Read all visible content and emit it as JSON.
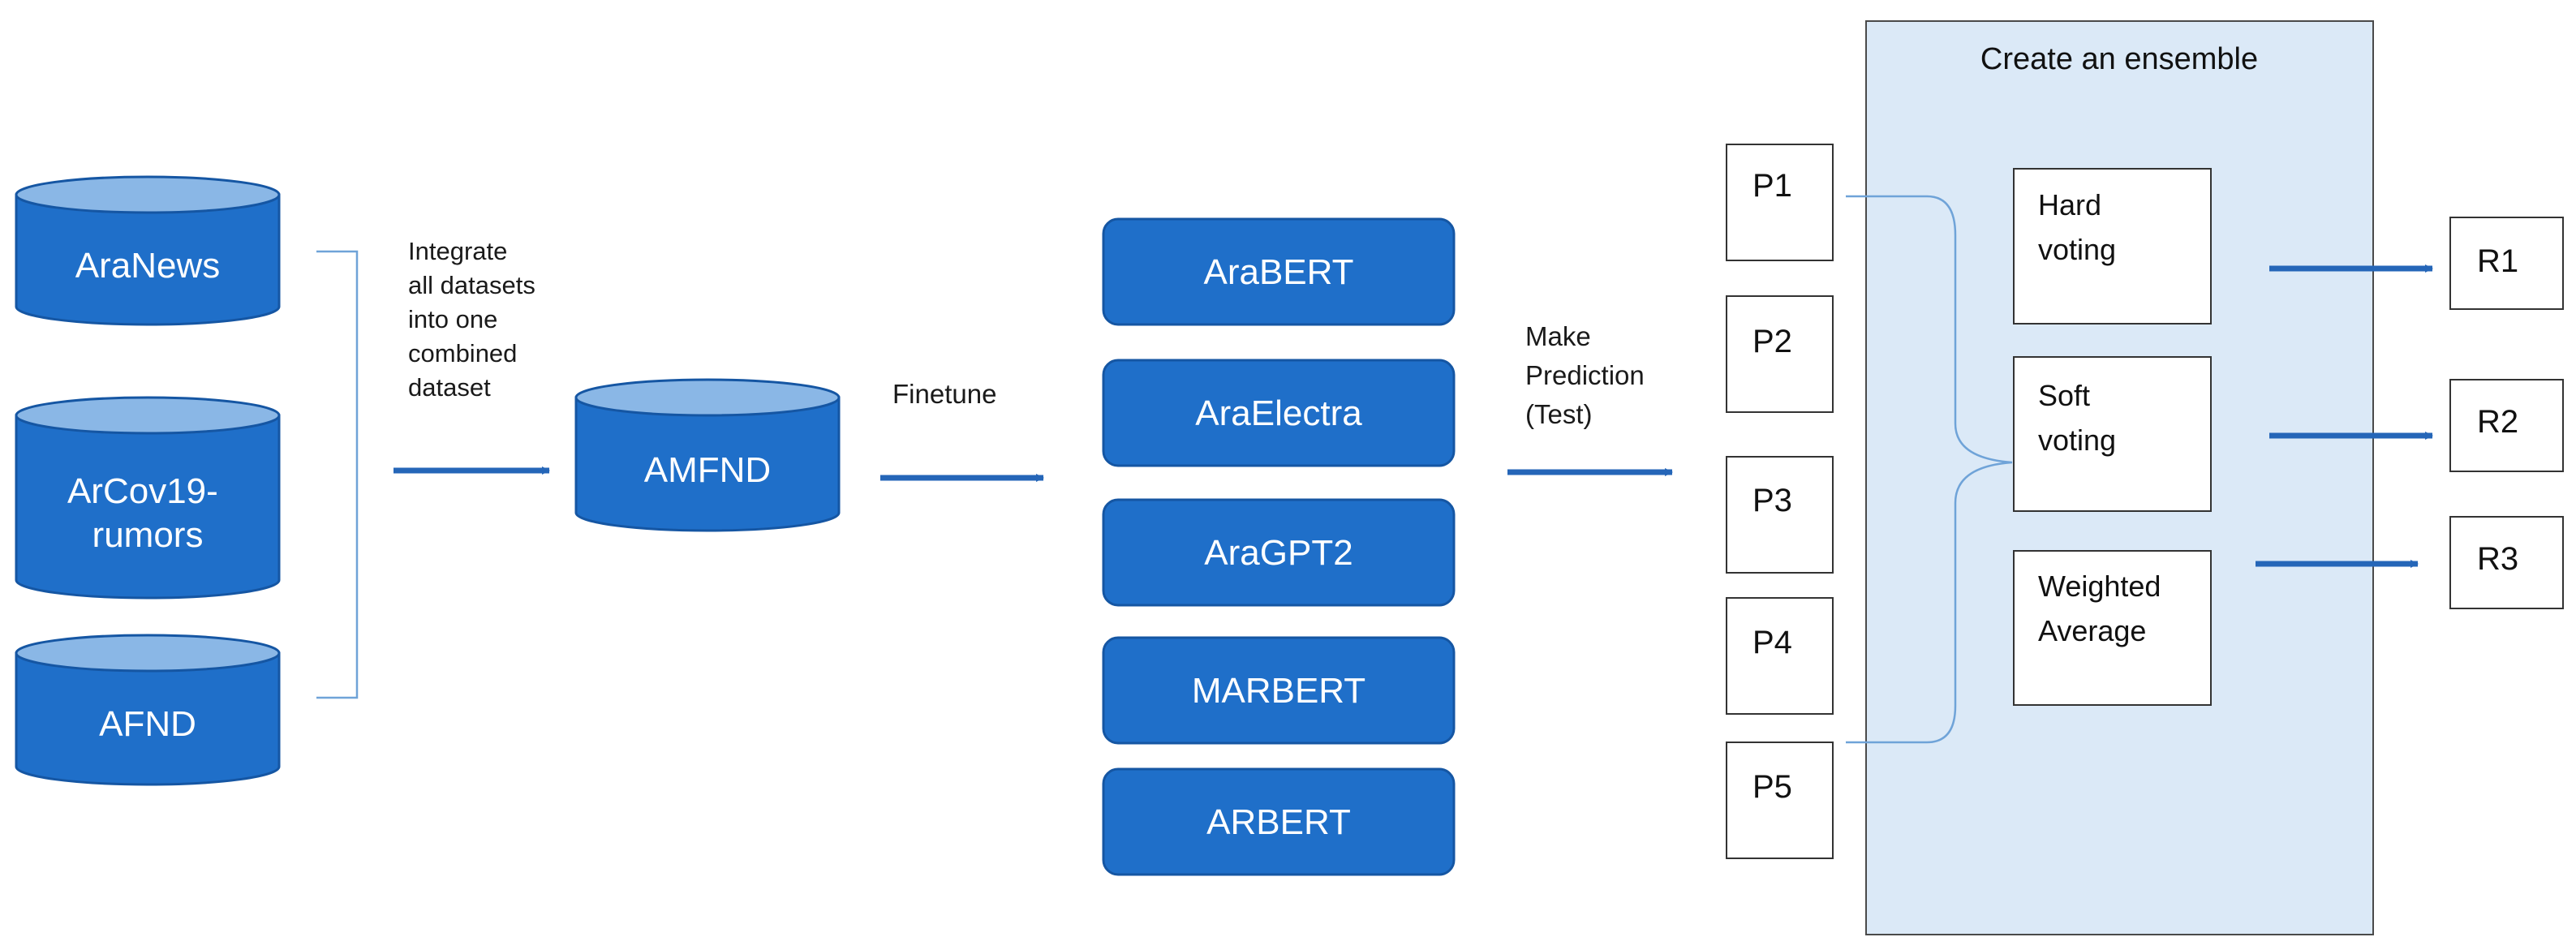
{
  "datasets": [
    {
      "label_lines": [
        "AraNews"
      ]
    },
    {
      "label_lines": [
        "ArCov19-",
        "rumors"
      ]
    },
    {
      "label_lines": [
        "AFND"
      ]
    }
  ],
  "integrate_note": [
    "Integrate",
    "all datasets",
    "into one",
    "combined",
    "dataset"
  ],
  "combined_dataset": "AMFND",
  "finetune_label": "Finetune",
  "models": [
    "AraBERT",
    "AraElectra",
    "AraGPT2",
    "MARBERT",
    "ARBERT"
  ],
  "predict_note": [
    "Make",
    "Prediction",
    "(Test)"
  ],
  "predictions": [
    "P1",
    "P2",
    "P3",
    "P4",
    "P5"
  ],
  "ensemble": {
    "title": "Create an ensemble",
    "methods": [
      {
        "label_lines": [
          "Hard",
          "voting"
        ]
      },
      {
        "label_lines": [
          "Soft",
          "voting"
        ]
      },
      {
        "label_lines": [
          "Weighted",
          "Average"
        ]
      }
    ]
  },
  "results": [
    "R1",
    "R2",
    "R3"
  ],
  "colors": {
    "primary": "#1f6fc9",
    "primary_dark": "#1556a3",
    "cylinder_top": "#8ab7e6",
    "ensemble_bg": "#dbe9f7",
    "line": "#6fa3d8",
    "arrow": "#2566b8"
  }
}
